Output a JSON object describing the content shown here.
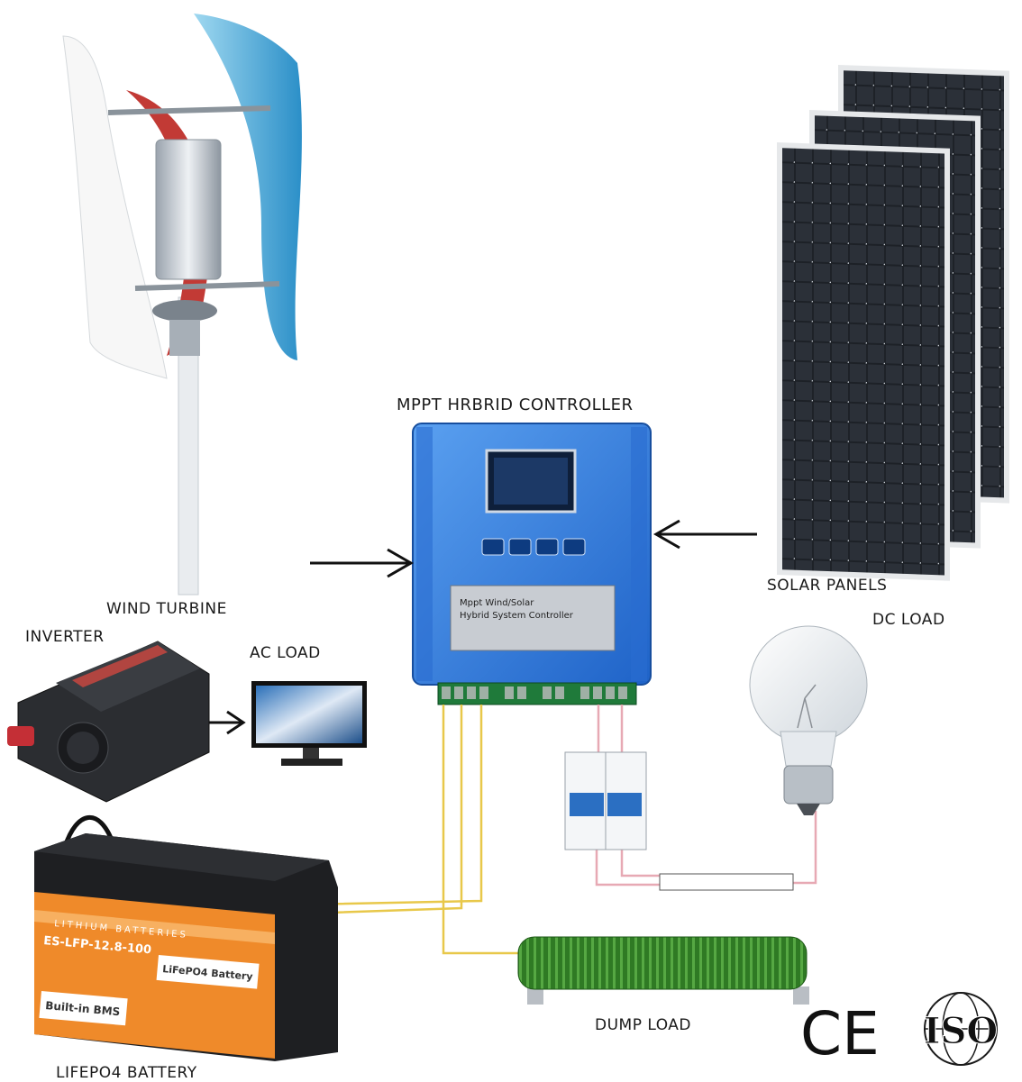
{
  "labels": {
    "controller": "MPPT HRBRID CONTROLLER",
    "wind_turbine": "WIND TURBINE",
    "solar_panels": "SOLAR PANELS",
    "dc_load": "DC LOAD",
    "inverter": "INVERTER",
    "ac_load": "AC LOAD",
    "dump_load": "DUMP LOAD",
    "battery": "LIFEPO4  BATTERY"
  },
  "controller_panel": {
    "line1": "Mppt Wind/Solar",
    "line2": "Hybrid System Controller"
  },
  "battery_panel": {
    "band": "LITHIUM BATTERIES",
    "model": "ES-LFP-12.8-100",
    "type": "LiFePO4 Battery",
    "bms": "Built-in BMS"
  },
  "certifications": {
    "ce": "CE",
    "iso": "ISO"
  },
  "colors": {
    "controller_blue": "#2f7fe0",
    "wire_yellow": "#e8c84a",
    "wire_pink": "#e7a9b4",
    "battery_orange": "#ef8a2a",
    "resistor_green": "#3c8a2c",
    "blade_blue": "#4fb3e0",
    "blade_red": "#c23a35"
  }
}
